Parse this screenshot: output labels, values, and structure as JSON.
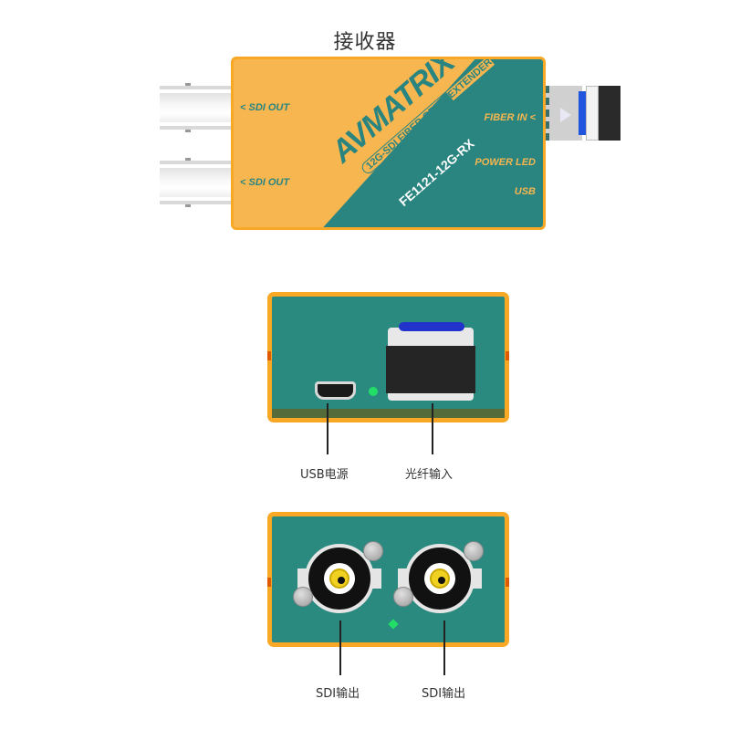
{
  "title": "接收器",
  "device_top": {
    "brand": "AVMATRIX",
    "brand_tag": "12G-SDI FIBER OPTIC",
    "brand_tag_ext": "EXTENDER",
    "model": "FE1121-12G-RX",
    "left_labels": [
      "< SDI OUT",
      "< SDI OUT"
    ],
    "right_labels": [
      "FIBER IN <",
      "POWER LED",
      "USB"
    ],
    "colors": {
      "orange": "#f7b64f",
      "teal": "#2a8581",
      "frame": "#f9a825"
    }
  },
  "panel_middle": {
    "callouts": [
      "USB电源",
      "光纤输入"
    ],
    "ports": [
      "micro-hdmi-usb-port",
      "power-led",
      "sfp-fiber-port"
    ]
  },
  "panel_bottom": {
    "callouts": [
      "SDI输出",
      "SDI输出"
    ],
    "ports": [
      "bnc-sdi-out-1",
      "bnc-sdi-out-2",
      "status-led"
    ]
  }
}
